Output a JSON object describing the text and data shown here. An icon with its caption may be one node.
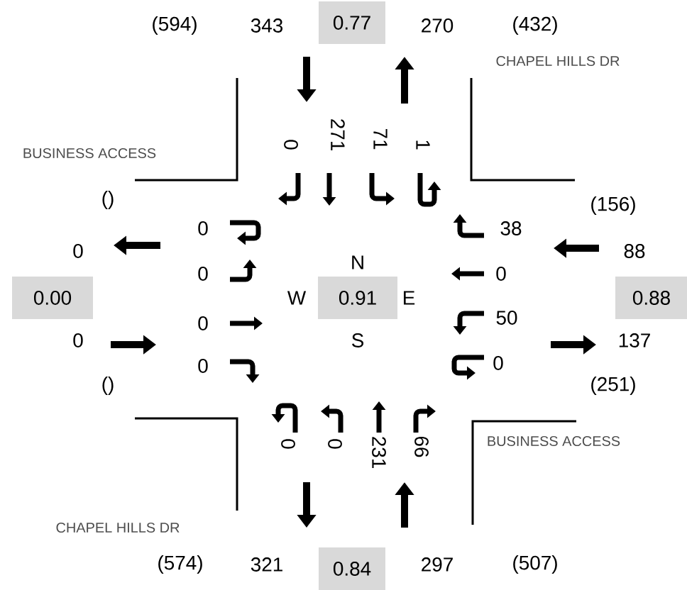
{
  "diagram": {
    "nodes": [
      {
        "text": [
          "0.77"
        ]
      },
      {
        "text": [
          "0.00"
        ]
      },
      {
        "text": [
          "0.91"
        ]
      },
      {
        "text": [
          "0.88"
        ]
      },
      {
        "text": [
          "0.84"
        ]
      }
    ],
    "labels": [
      "(594)",
      "343",
      "270",
      "(432)",
      "CHAPEL HILLS DR",
      "BUSINESS ACCESS",
      "0",
      "271",
      "71",
      "1",
      "()",
      "(156)",
      "0",
      "38",
      "0",
      "88",
      "N",
      "0",
      "0",
      "W",
      "E",
      "0",
      "50",
      "0",
      "S",
      "137",
      "0",
      "0",
      "()",
      "(251)",
      "0",
      "0",
      "231",
      "66",
      "BUSINESS ACCESS",
      "CHAPEL HILLS DR",
      "(574)",
      "321",
      "297",
      "(507)"
    ]
  }
}
